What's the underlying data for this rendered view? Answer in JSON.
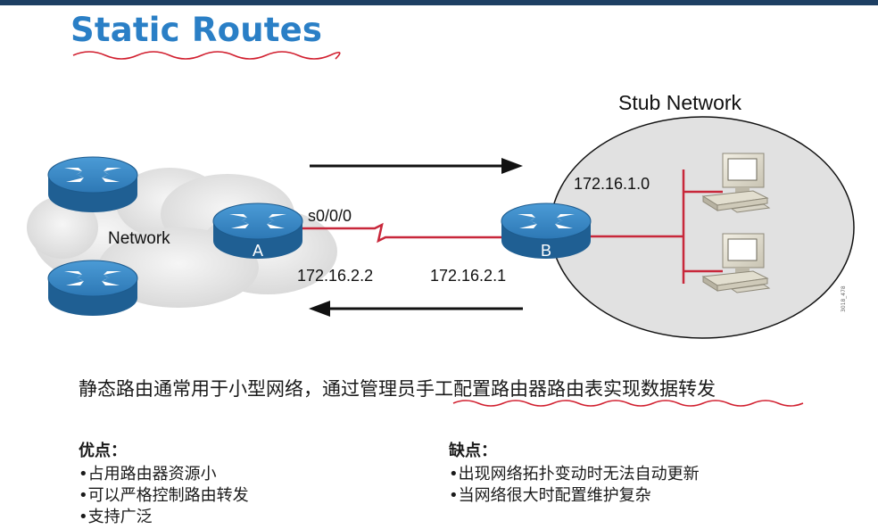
{
  "title": "Static Routes",
  "diagram": {
    "stub_label": "Stub Network",
    "network_label": "Network",
    "router_a": "A",
    "router_b": "B",
    "interface": "s0/0/0",
    "ip_a": "172.16.2.2",
    "ip_b": "172.16.2.1",
    "subnet": "172.16.1.0",
    "slide_code": "3018_478"
  },
  "description": "静态路由通常用于小型网络，通过管理员手工配置路由器路由表实现数据转发",
  "pros": {
    "heading": "优点：",
    "items": [
      "•占用路由器资源小",
      "•可以严格控制路由转发",
      "•支持广泛"
    ]
  },
  "cons": {
    "heading": "缺点：",
    "items": [
      "•出现网络拓扑变动时无法自动更新",
      "•当网络很大时配置维护复杂"
    ]
  },
  "colors": {
    "title": "#2a7fc6",
    "link": "#c8273a",
    "router": "#2f79b4",
    "underline": "#d11e2e"
  }
}
